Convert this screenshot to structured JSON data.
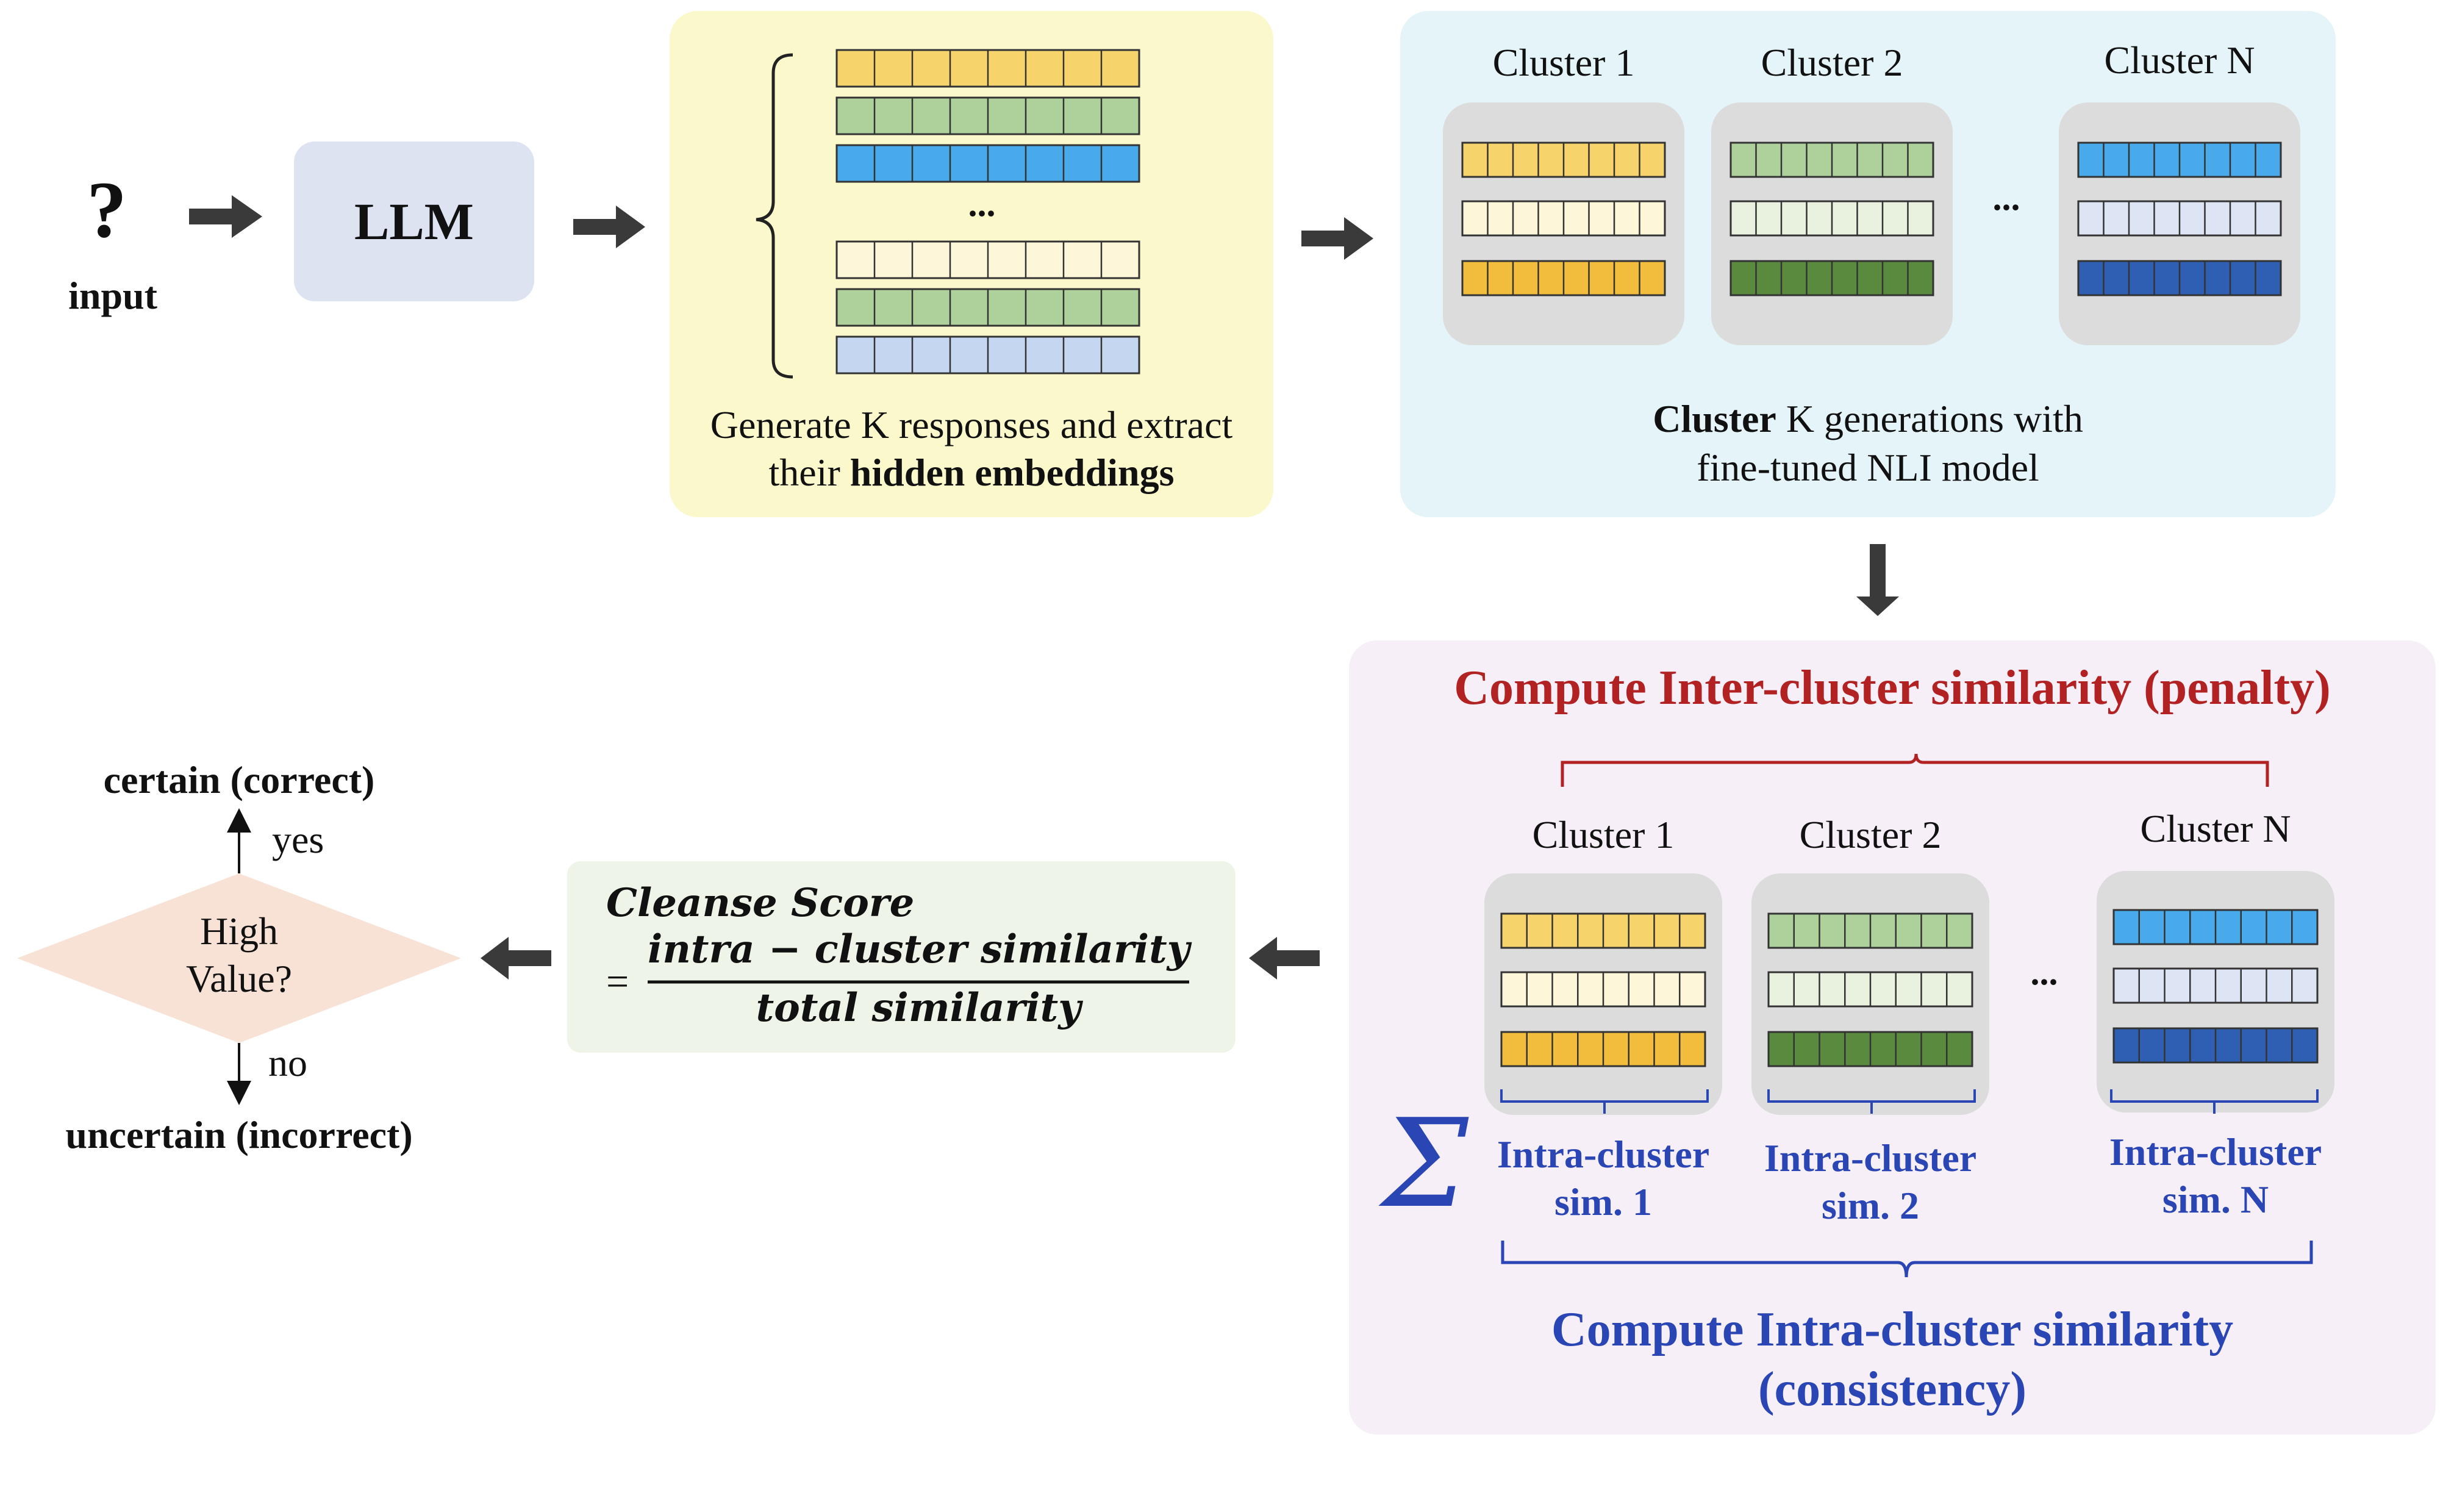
{
  "input": {
    "symbol": "?",
    "label": "input"
  },
  "llm": {
    "label": "LLM"
  },
  "generate": {
    "ellipsis": "...",
    "caption_line1": "Generate K responses and extract",
    "caption_line2_plain": "their ",
    "caption_line2_bold": "hidden embeddings"
  },
  "cluster_panel": {
    "labels": [
      "Cluster 1",
      "Cluster 2",
      "Cluster N"
    ],
    "ellipsis": "...",
    "caption_bold": "Cluster",
    "caption_rest": " K generations with",
    "caption_line2": "fine-tuned NLI model"
  },
  "similarity_panel": {
    "inter_title": "Compute Inter-cluster similarity (penalty)",
    "labels": [
      "Cluster 1",
      "Cluster 2",
      "Cluster N"
    ],
    "ellipsis": "...",
    "sigma": "Σ",
    "intra_labels": [
      [
        "Intra-cluster",
        "sim. 1"
      ],
      [
        "Intra-cluster",
        "sim. 2"
      ],
      [
        "Intra-cluster",
        "sim. N"
      ]
    ],
    "intra_title_line1": "Compute Intra-cluster similarity",
    "intra_title_line2": "(consistency)"
  },
  "score": {
    "title": "Cleanse Score",
    "equals": "=",
    "numerator": "intra − cluster similarity",
    "denominator": "total similarity"
  },
  "decision": {
    "diamond_line1": "High",
    "diamond_line2": "Value?",
    "yes": "yes",
    "no": "no",
    "certain": "certain (correct)",
    "uncertain": "uncertain (incorrect)"
  },
  "colors": {
    "yellow_panel": "#fbf8cc",
    "blue_panel": "#e4f4f8",
    "purple_panel": "#f6eff7",
    "green_panel": "#eef4e8",
    "llm_box": "#dde3f1",
    "diamond": "#f8e2d6",
    "red_text": "#b22222",
    "blue_text": "#2a45b4",
    "arrow": "#3a3a3a"
  }
}
